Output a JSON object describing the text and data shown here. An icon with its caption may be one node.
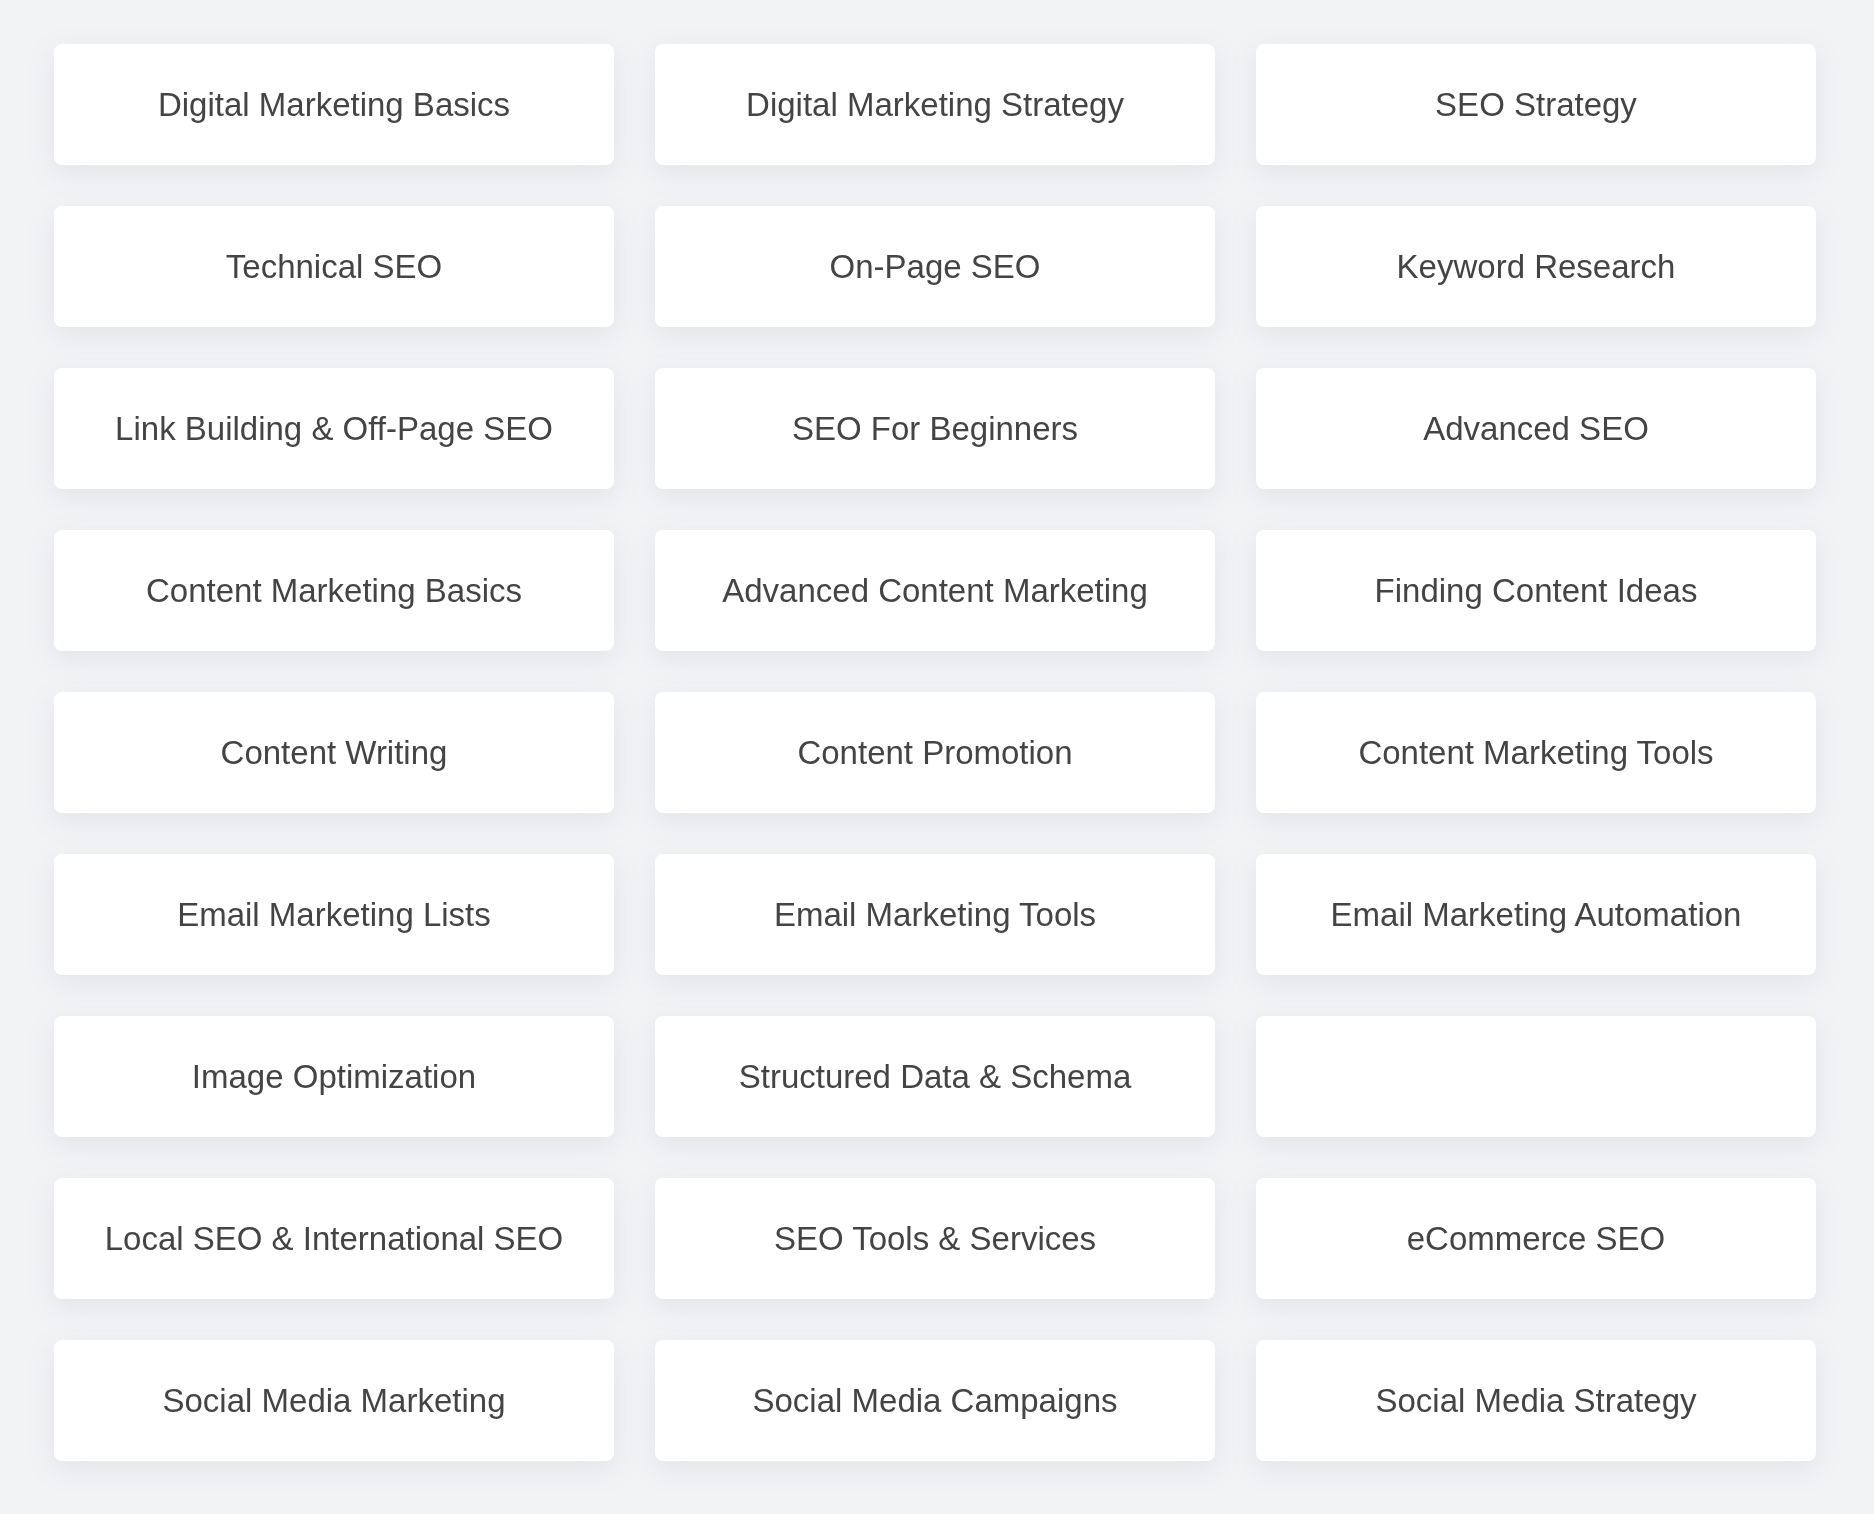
{
  "diagram": {
    "nodes": [
      {
        "text": [
          "Digital Marketing Basics"
        ]
      },
      {
        "text": [
          "Digital Marketing Strategy"
        ]
      },
      {
        "text": [
          "SEO Strategy"
        ]
      },
      {
        "text": [
          "Technical SEO"
        ]
      },
      {
        "text": [
          "On-Page SEO"
        ]
      },
      {
        "text": [
          "Keyword Research"
        ]
      },
      {
        "text": [
          "Link Building & Off-Page SEO"
        ]
      },
      {
        "text": [
          "SEO For Beginners"
        ]
      },
      {
        "text": [
          "Advanced SEO"
        ]
      },
      {
        "text": [
          "Content Marketing Basics"
        ]
      },
      {
        "text": [
          "Advanced Content Marketing"
        ]
      },
      {
        "text": [
          "Finding Content Ideas"
        ]
      },
      {
        "text": [
          "Content Writing"
        ]
      },
      {
        "text": [
          "Content Promotion"
        ]
      },
      {
        "text": [
          "Content Marketing Tools"
        ]
      },
      {
        "text": [
          "Email Marketing Lists"
        ]
      },
      {
        "text": [
          "Email Marketing Tools"
        ]
      },
      {
        "text": [
          "Email Marketing Automation"
        ]
      },
      {
        "text": [
          "Image Optimization"
        ]
      },
      {
        "text": [
          "Structured Data & Schema"
        ]
      },
      {
        "text": [],
        "shape": "box"
      },
      {
        "text": [
          "Local SEO & International SEO"
        ]
      },
      {
        "text": [
          "SEO Tools & Services"
        ]
      },
      {
        "text": [
          "eCommerce SEO"
        ]
      },
      {
        "text": [
          "Social Media Marketing"
        ]
      },
      {
        "text": [
          "Social Media Campaigns"
        ]
      },
      {
        "text": [
          "Social Media Strategy"
        ]
      }
    ],
    "edges": []
  }
}
